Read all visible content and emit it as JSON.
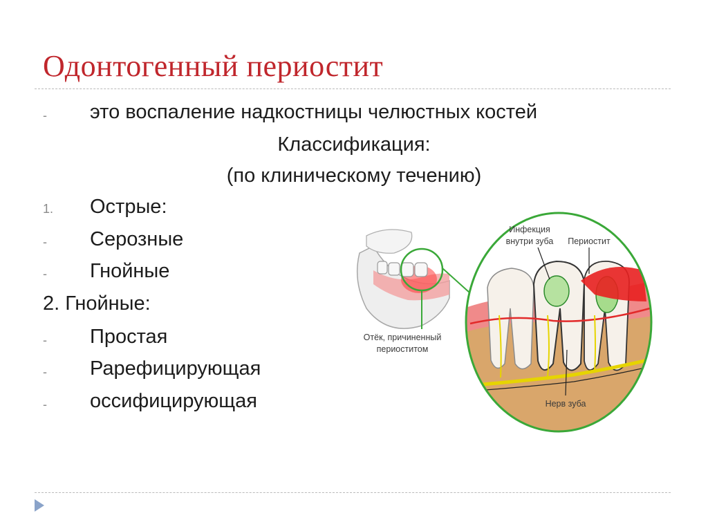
{
  "title": "Одонтогенный периостит",
  "definition": "это воспаление надкостницы челюстных костей",
  "classification_heading": "Классификация:",
  "classification_sub": "(по клиническому течению)",
  "markers": {
    "dash": "-",
    "number_one": "1."
  },
  "sections": [
    {
      "label": "Острые:",
      "items": [
        "Серозные",
        "Гнойные"
      ]
    },
    {
      "label": "2. Гнойные:",
      "items": [
        "Простая",
        "Рарефицирующая",
        "оссифицирующая"
      ]
    }
  ],
  "illustration": {
    "label_infection_line1": "Инфекция",
    "label_infection_line2": "внутри зуба",
    "label_periostitis": "Периостит",
    "label_swelling_line1": "Отёк, причиненный",
    "label_swelling_line2": "периоститом",
    "label_nerve": "Нерв зуба",
    "colors": {
      "ring": "#3aa838",
      "inflammation": "#e22a2a",
      "nerve": "#e6d400",
      "bone": "#d9a66b",
      "gum": "#f08a8a"
    }
  },
  "accent_color": "#c0262c"
}
